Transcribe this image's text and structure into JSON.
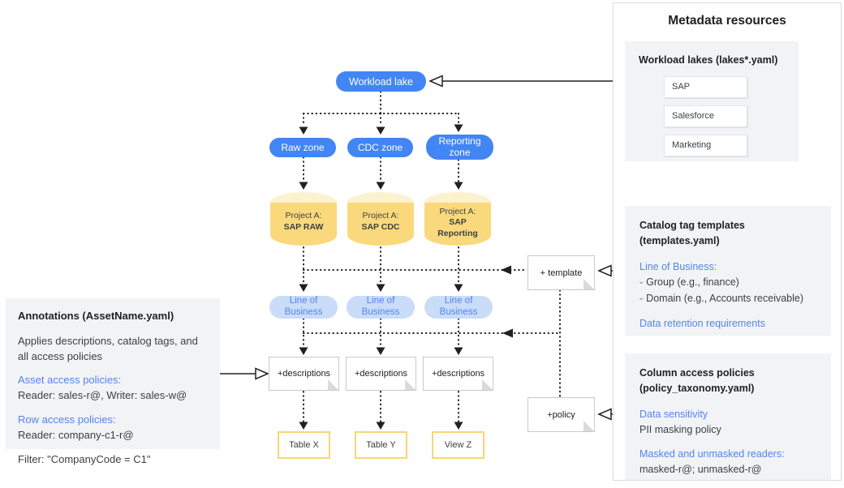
{
  "diagram": {
    "workload_lake_label": "Workload lake",
    "zone_labels": [
      "Raw zone",
      "CDC zone",
      "Reporting zone"
    ],
    "project_prefix": "Project A:",
    "project_names": [
      "SAP RAW",
      "SAP CDC",
      "SAP Reporting"
    ],
    "lob_label": "Line of Business",
    "descriptions_label": "+descriptions",
    "template_label": "+ template",
    "policy_label": "+policy",
    "table_labels": [
      "Table X",
      "Table Y",
      "View Z"
    ]
  },
  "annotations_box": {
    "title": "Annotations (AssetName.yaml)",
    "intro": "Applies descriptions, catalog tags, and all access policies",
    "asset_heading": "Asset access policies:",
    "asset_line": "Reader: sales-r@, Writer: sales-w@",
    "row_heading": "Row access policies:",
    "row_line": "Reader: company-c1-r@",
    "filter_line": "Filter: \"CompanyCode = C1\""
  },
  "metadata_panel": {
    "title": "Metadata resources",
    "workload_lakes": {
      "title": "Workload lakes (lakes*.yaml)",
      "items": [
        "SAP",
        "Salesforce",
        "Marketing"
      ]
    },
    "catalog_templates": {
      "title_line1": "Catalog tag templates",
      "title_line2": "(templates.yaml)",
      "lob_heading": "Line of Business:",
      "bullet_dash": "-",
      "bullets": [
        "Group (e.g., finance)",
        "Domain (e.g., Accounts receivable)"
      ],
      "retention_heading": "Data retention requirements"
    },
    "column_policies": {
      "title_line1": "Column access policies",
      "title_line2": "(policy_taxonomy.yaml)",
      "sensitivity_heading": "Data sensitivity",
      "sensitivity_line": "PII masking policy",
      "readers_heading": "Masked and unmasked readers:",
      "readers_line": "masked-r@; unmasked-r@"
    }
  },
  "colors": {
    "node_blue": "#4285F4",
    "lob_pill_fill": "#C9DCF8",
    "lob_pill_text": "#5684EE",
    "cylinder_fill": "#FAD97D",
    "cylinder_top_fill": "#FDF2CF",
    "table_border": "#F9D673",
    "heading_blue": "#5684EE",
    "callout_gray": "#F1F3F4",
    "text_dark": "#3C4043",
    "connector_dark": "#202124"
  }
}
